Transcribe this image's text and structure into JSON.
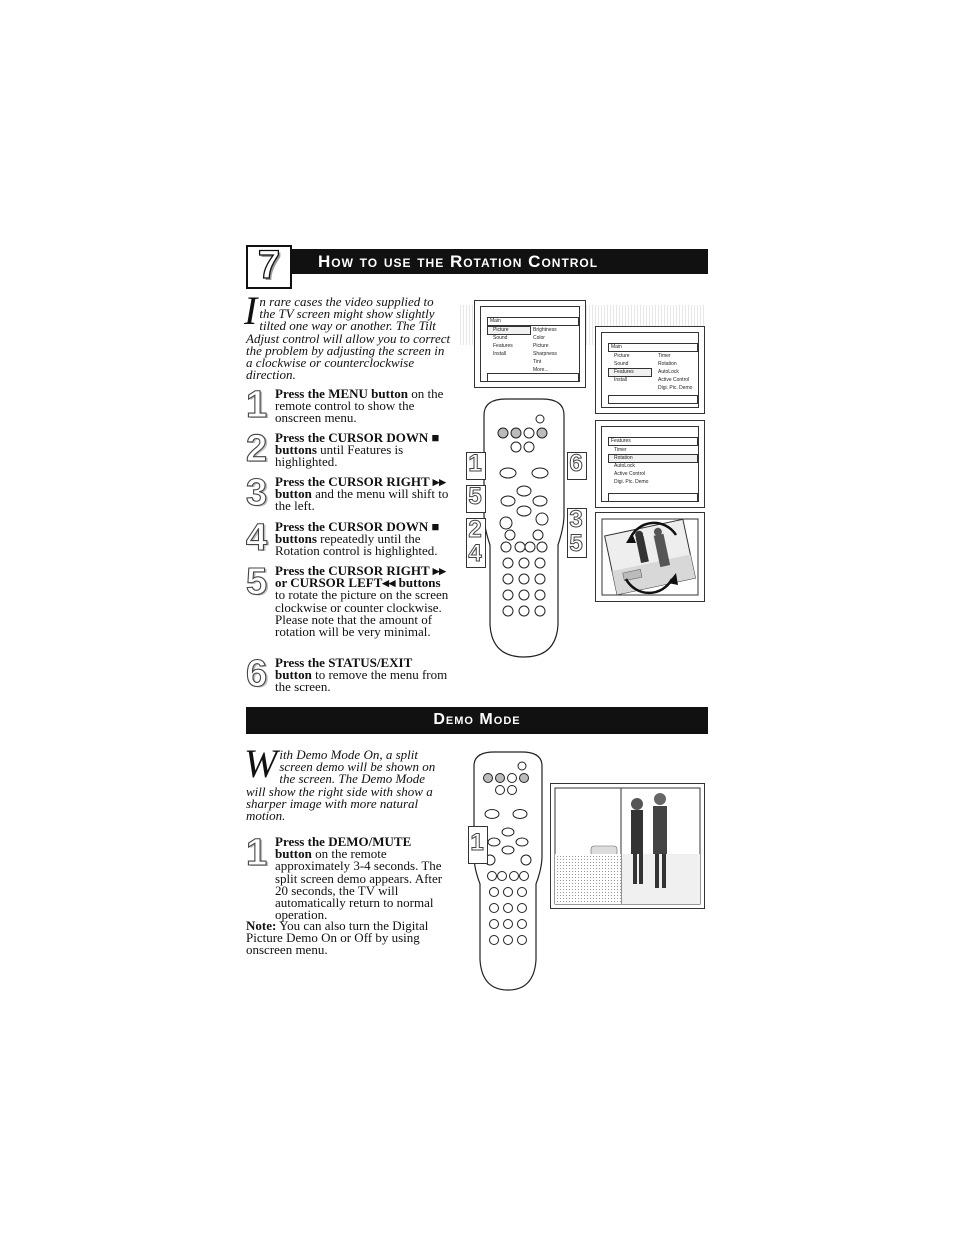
{
  "section1": {
    "step_number": "7",
    "title": "How to use the Rotation Control",
    "intro_dropcap": "I",
    "intro": "n rare cases the video supplied to the TV screen might show slightly tilted one way or another. The Tilt Adjust control will allow you to correct the problem by adjusting the screen in a clockwise or counterclockwise direction.",
    "steps": [
      {
        "num": "1",
        "bold": "Press the MENU button",
        "rest": " on the remote control to show the onscreen menu."
      },
      {
        "num": "2",
        "bold": "Press the CURSOR DOWN ■ buttons",
        "rest": " until Features is highlighted."
      },
      {
        "num": "3",
        "bold": "Press the CURSOR RIGHT ▸▸ button",
        "rest": " and the menu will shift to the left."
      },
      {
        "num": "4",
        "bold": "Press the CURSOR DOWN ■ buttons",
        "rest": " repeatedly until the Rotation control is highlighted."
      },
      {
        "num": "5",
        "bold": "Press the CURSOR RIGHT ▸▸ or CURSOR LEFT◂◂ buttons",
        "rest": " to rotate the picture on the screen clockwise or counter clockwise. Please note that the amount of rotation will be very minimal."
      },
      {
        "num": "6",
        "bold": "Press the STATUS/EXIT button",
        "rest": " to remove the menu from the screen."
      }
    ],
    "callouts_left": [
      "1",
      "5",
      "2",
      "4"
    ],
    "callouts_right": [
      "6",
      "3",
      "5"
    ],
    "menu1": {
      "title": "Main",
      "items": [
        "Picture",
        "Sound",
        "Features",
        "Install"
      ],
      "sub": [
        "Brightness",
        "Color",
        "Picture",
        "Sharpness",
        "Tint",
        "More..."
      ]
    },
    "menu2": {
      "title": "Main",
      "items": [
        "Picture",
        "Sound",
        "Features",
        "Install"
      ],
      "sub": [
        "Timer",
        "Rotation",
        "AutoLock",
        "Active Control",
        "Digi. Pic. Demo"
      ]
    },
    "menu3": {
      "title": "Features",
      "items": [
        "Timer",
        "Rotation",
        "AutoLock",
        "Active Control",
        "Digi. Pic. Demo"
      ]
    }
  },
  "section2": {
    "title": "Demo Mode",
    "intro_dropcap": "W",
    "intro": "ith Demo Mode On, a split screen demo will be shown on the screen. The Demo Mode will show the right side with show a sharper image with more natural motion.",
    "steps": [
      {
        "num": "1",
        "bold": "Press the DEMO/MUTE button",
        "rest": " on the remote approximately 3-4 seconds. The split screen demo appears. After 20 seconds, the TV will automatically return to normal operation."
      }
    ],
    "note_bold": "Note:",
    "note": " You can also turn the Digital Picture Demo On or Off by using onscreen menu.",
    "callout": "1"
  }
}
